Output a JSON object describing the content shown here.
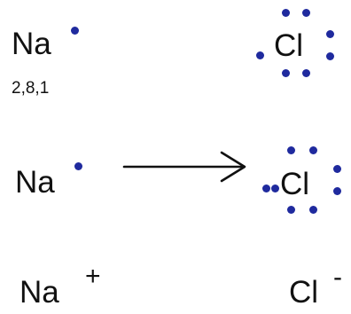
{
  "colors": {
    "electron": "#1f2a9e",
    "text": "#111111"
  },
  "row1": {
    "sodium": "Na",
    "configuration": "2,8,1",
    "chlorine": "Cl"
  },
  "row2": {
    "sodium": "Na",
    "chlorine": "Cl",
    "arrow": "right-arrow-icon"
  },
  "row3": {
    "sodium_ion": "Na",
    "sodium_charge": "+",
    "chloride_ion": "Cl",
    "chloride_charge": "-"
  }
}
